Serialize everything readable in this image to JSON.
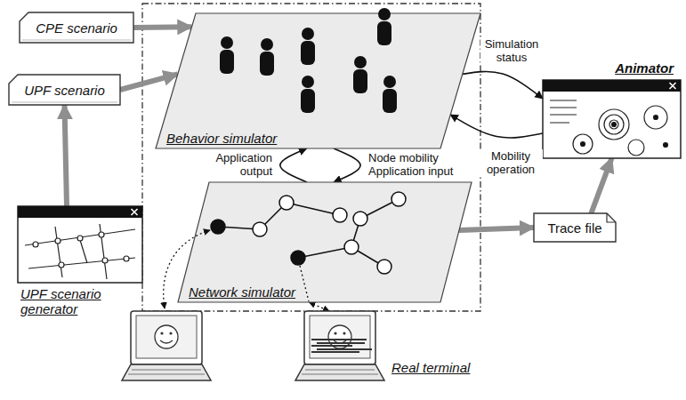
{
  "diagram": {
    "nodes": [
      {
        "text": [
          "CPE scenario"
        ]
      },
      {
        "text": [
          "UPF scenario"
        ]
      },
      {
        "text": [
          "UPF scenario generator"
        ]
      },
      {
        "text": [
          "Behavior simulator"
        ]
      },
      {
        "text": [
          "Network simulator"
        ]
      },
      {
        "text": [
          "Animator"
        ]
      },
      {
        "text": [
          "Trace file"
        ]
      },
      {
        "text": [
          "Real terminal"
        ]
      }
    ],
    "edges": [
      {
        "from": 0,
        "to": 3,
        "arrow": "to"
      },
      {
        "from": 1,
        "to": 3,
        "arrow": "to"
      },
      {
        "from": 2,
        "to": 1,
        "arrow": "to"
      },
      {
        "from": 4,
        "to": 3,
        "arrow": "to",
        "label": "Application output"
      },
      {
        "from": 3,
        "to": 4,
        "arrow": "to",
        "label": "Node mobility Application input"
      },
      {
        "from": 3,
        "to": 5,
        "arrow": "to",
        "label": "Simulation status"
      },
      {
        "from": 5,
        "to": 3,
        "arrow": "to",
        "label": "Mobility operation"
      },
      {
        "from": 4,
        "to": 6,
        "arrow": "to"
      },
      {
        "from": 6,
        "to": 5,
        "arrow": "to"
      },
      {
        "from": 4,
        "to": 7,
        "arrow": "both"
      }
    ]
  }
}
